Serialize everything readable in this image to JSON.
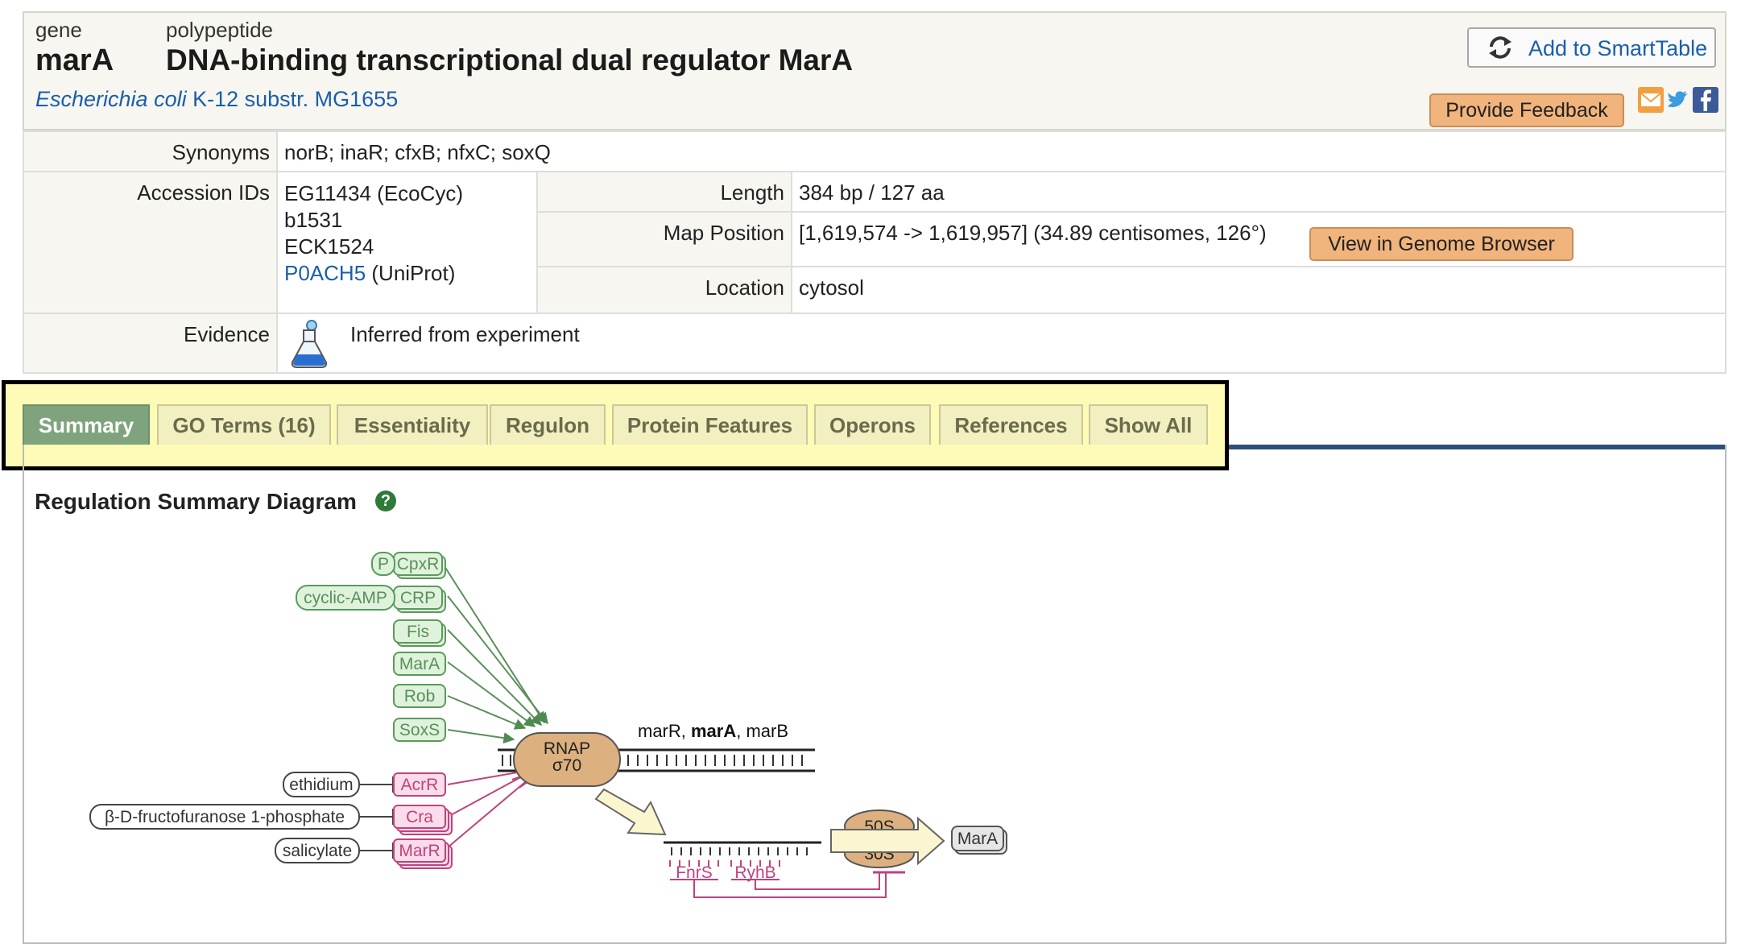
{
  "header": {
    "type_label": "gene",
    "gene_name": "marA",
    "product_type_label": "polypeptide",
    "product_name": "DNA-binding transcriptional dual regulator MarA",
    "organism_italic": "Escherichia coli",
    "organism_rest": " K-12 substr. MG1655",
    "smarttable_button": "Add to SmartTable",
    "feedback_button": "Provide Feedback",
    "share_icons": [
      "email-icon",
      "twitter-icon",
      "facebook-icon"
    ]
  },
  "info": {
    "synonyms_label": "Synonyms",
    "synonyms_value": "norB; inaR; cfxB; nfxC; soxQ",
    "accession_label": "Accession IDs",
    "accession_ids": [
      "EG11434 (EcoCyc)",
      "b1531",
      "ECK1524"
    ],
    "uniprot_id": "P0ACH5",
    "uniprot_suffix": " (UniProt)",
    "length_label": "Length",
    "length_value": "384 bp / 127 aa",
    "map_position_label": "Map Position",
    "map_position_value": "[1,619,574 -> 1,619,957] (34.89 centisomes, 126°)",
    "genome_browser_button": "View in Genome Browser",
    "location_label": "Location",
    "location_value": "cytosol",
    "evidence_label": "Evidence",
    "evidence_value": "Inferred from experiment"
  },
  "tabs": [
    {
      "label": "Summary",
      "active": true
    },
    {
      "label": "GO Terms (16)",
      "active": false
    },
    {
      "label": "Essentiality",
      "active": false
    },
    {
      "label": "Regulon",
      "active": false
    },
    {
      "label": "Protein Features",
      "active": false
    },
    {
      "label": "Operons",
      "active": false
    },
    {
      "label": "References",
      "active": false
    },
    {
      "label": "Show All",
      "active": false
    }
  ],
  "diagram": {
    "title": "Regulation Summary Diagram",
    "help_symbol": "?",
    "activators": [
      "CpxR",
      "CRP",
      "Fis",
      "MarA",
      "Rob",
      "SoxS"
    ],
    "activator_ligands": {
      "CpxR": "P",
      "CRP": "cyclic-AMP"
    },
    "repressors": [
      "AcrR",
      "Cra",
      "MarR"
    ],
    "repressor_ligands": {
      "AcrR": "ethidium",
      "Cra": "β-D-fructofuranose 1-phosphate",
      "MarR": "salicylate"
    },
    "rnap_line1": "RNAP",
    "rnap_line2": "σ70",
    "operon_prefix": "marR, ",
    "operon_bold": "marA",
    "operon_suffix": ", marB",
    "ribosome_large": "50S",
    "ribosome_small": "30S",
    "product": "MarA",
    "srnas": [
      "FnrS",
      "RyhB"
    ]
  },
  "colors": {
    "activator_fill": "#dff3dc",
    "activator_stroke": "#5a9a5a",
    "repressor_fill": "#fbdcea",
    "repressor_stroke": "#c0427d",
    "rnap_fill": "#ddb07f",
    "tab_active": "#7fa37c",
    "tab_inactive": "#f2efc1",
    "highlight": "#fdfbb6",
    "button_orange": "#f1b47c"
  }
}
